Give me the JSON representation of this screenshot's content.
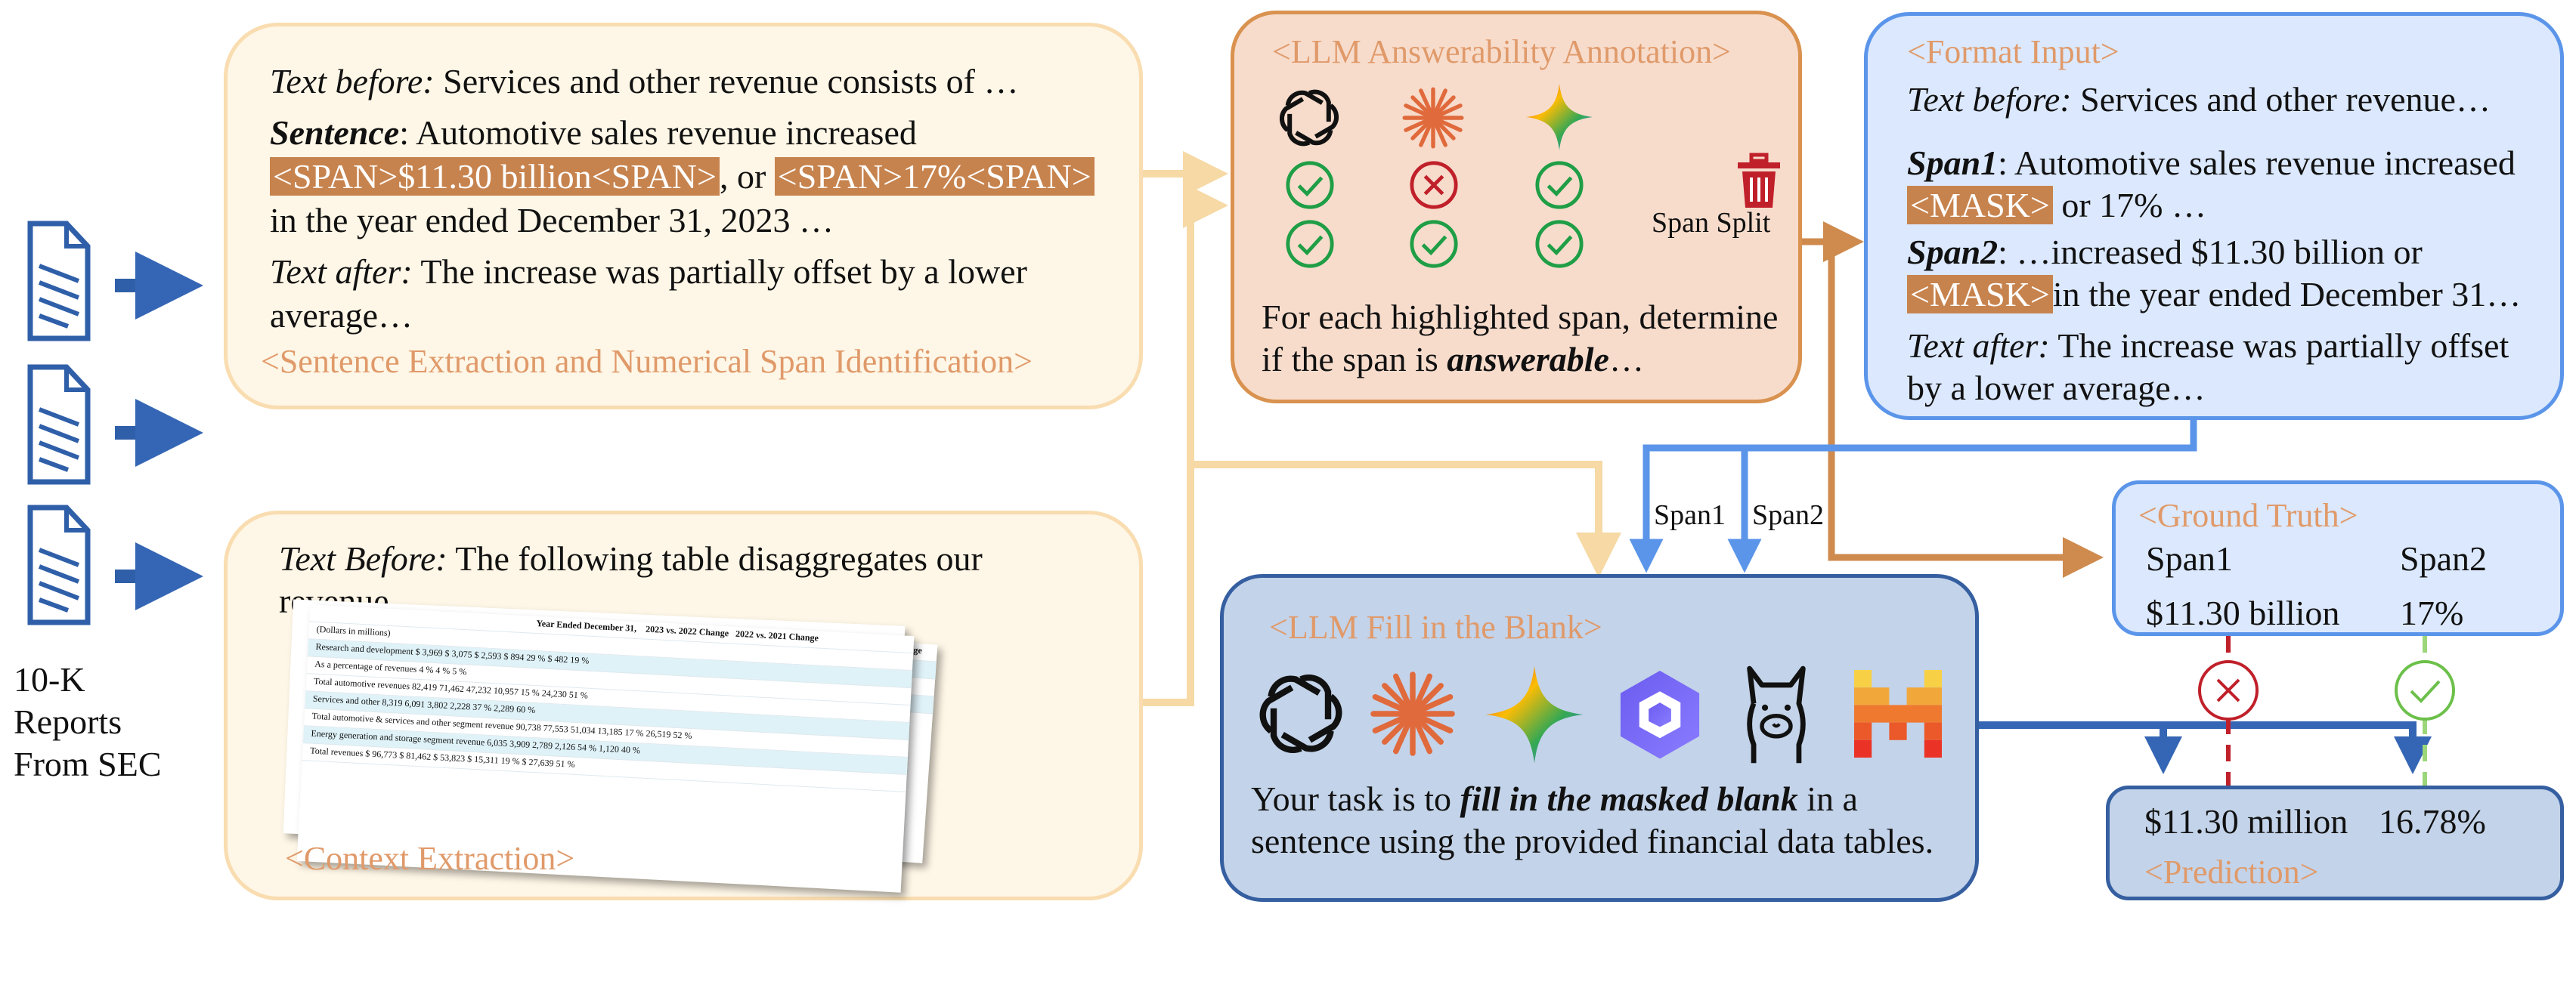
{
  "left": {
    "source_label_lines": [
      "10-K",
      "Reports",
      "From SEC"
    ],
    "doc_icon": "document-icon"
  },
  "extraction_box": {
    "text_before_label": "Text before:",
    "text_before_value": " Services and other revenue consists of …",
    "sentence_label": "Sentence",
    "sentence_value": ": Automotive sales revenue increased",
    "span_a": "<SPAN>$11.30 billion<SPAN>",
    "or_text": ", or ",
    "span_b": "<SPAN>17%<SPAN>",
    "sentence_end": "in the year ended December 31, 2023 …",
    "text_after_label": "Text after:",
    "text_after_value_1": " The increase was partially offset by a lower",
    "text_after_value_2": "average…",
    "caption": "<Sentence Extraction and Numerical Span Identification>"
  },
  "context_box": {
    "text_before_label": "Text Before:",
    "text_before_value_1": " The following table disaggregates our",
    "text_before_value_2": "revenue…",
    "caption": "<Context Extraction>",
    "table_rows": [
      "(Dollars in millions)",
      "Research and development   $ 3,969   $ 3,075   $ 2,593   $ 894   29 %   $ 482   19 %",
      "As a percentage of revenues   4 %   4 %   5 %",
      "Total automotive revenues   82,419   71,462   47,232   10,957   15 %   24,230   51 %",
      "Services and other   8,319   6,091   3,802   2,228   37 %   2,289   60 %",
      "Total automotive & services and other segment revenue   90,738   77,553   51,034   13,185   17 %   26,519   52 %",
      "Energy generation and storage segment revenue   6,035   3,909   2,789   2,126   54 %   1,120   40 %",
      "Total revenues   $ 96,773   $ 81,462   $ 53,823   $ 15,311   19 %   $ 27,639   51 %"
    ],
    "table_headers": [
      "Year Ended December 31,",
      "2023 vs. 2022 Change",
      "2022 vs. 2021 Change",
      "vs. 2021 Change"
    ]
  },
  "annotation_box": {
    "title": "<LLM Answerability Annotation>",
    "models": [
      "openai-icon",
      "claude-icon",
      "gemini-icon"
    ],
    "row1": [
      "check",
      "cross",
      "check"
    ],
    "row2": [
      "check",
      "check",
      "check"
    ],
    "span_split_label": "Span Split",
    "desc_1": "For each highlighted span, determine",
    "desc_2_pre": "if the span is ",
    "desc_2_em": "answerable",
    "desc_2_post": "…"
  },
  "format_box": {
    "title": "<Format Input>",
    "text_before_label": "Text before:",
    "text_before_value": " Services and other revenue…",
    "span1_label": "Span1",
    "span1_value": ": Automotive sales revenue increased",
    "mask": "<MASK>",
    "span1_cont": " or 17% …",
    "span2_label": "Span2",
    "span2_value": ": …increased $11.30 billion or",
    "span2_cont": "in the year ended December 31…",
    "text_after_label": "Text after:",
    "text_after_value_1": " The increase was partially offset",
    "text_after_value_2": "by a lower average…"
  },
  "arrow_labels": {
    "span1": "Span1",
    "span2": "Span2"
  },
  "ground_truth": {
    "title": "<Ground Truth>",
    "col1": "Span1",
    "col2": "Span2",
    "val1": "$11.30 billion",
    "val2": "17%"
  },
  "fill_box": {
    "title": "<LLM Fill in the Blank>",
    "models": [
      "openai-icon",
      "claude-icon",
      "gemini-icon",
      "qwen-icon",
      "llama-icon",
      "mistral-icon"
    ],
    "desc_1_pre": "Your task is to ",
    "desc_1_em": "fill in the masked blank",
    "desc_1_post": " in a",
    "desc_2": "sentence using the provided financial data tables."
  },
  "prediction": {
    "val1": "$11.30 million",
    "val2": "16.78%",
    "caption": "<Prediction>"
  },
  "colors": {
    "cream_fill": "#fef6e6",
    "cream_border": "#f9ddb0",
    "orange_fill": "#f7dccc",
    "orange_border": "#d9924f",
    "blue_fill": "#dbe8fd",
    "blue_border": "#5b95ea",
    "navy_fill": "#c3d3e9",
    "navy_border": "#355fa0",
    "arrow_blue": "#3566b5",
    "arrow_orange": "#cf8a4e",
    "arrow_cream": "#f6d9a4",
    "check": "#1f9e46",
    "cross": "#c0202a"
  }
}
